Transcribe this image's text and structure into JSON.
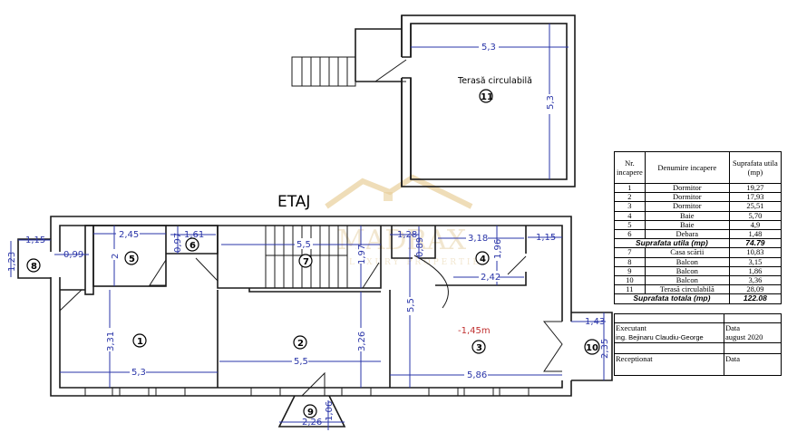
{
  "plan": {
    "title": "ETAJ",
    "level_mark": "-1,45m",
    "watermark": {
      "brand": "MADRAX",
      "tagline": "LUXURY PROPERTIES"
    },
    "terrace": {
      "label": "Terasă circulabilă",
      "number": "11",
      "dims": {
        "width": "5,3",
        "height": "5,3"
      }
    },
    "rooms": [
      {
        "number": "1",
        "dims": [
          "5,3",
          "3,31"
        ]
      },
      {
        "number": "2",
        "dims": [
          "5,5",
          "3,26"
        ]
      },
      {
        "number": "3",
        "dims": [
          "5,86",
          "5,5"
        ]
      },
      {
        "number": "4",
        "dims": [
          "3,18",
          "1,96",
          "2,42"
        ]
      },
      {
        "number": "5",
        "dims": [
          "2,45",
          "2"
        ]
      },
      {
        "number": "6",
        "dims": [
          "1,61",
          "0,97"
        ]
      },
      {
        "number": "7",
        "dims": [
          "5,5",
          "1,97"
        ]
      },
      {
        "number": "8",
        "dims": [
          "1,15",
          "1,23"
        ]
      },
      {
        "number": "9",
        "dims": [
          "2,26",
          "1,06"
        ]
      },
      {
        "number": "10",
        "dims": [
          "1,43",
          "2,35"
        ]
      }
    ],
    "other_dims": {
      "d_099": "0,99",
      "d_128": "1,28",
      "d_089": "0,89",
      "d_115b": "1,15"
    }
  },
  "legend": {
    "headers": {
      "nr": "Nr. incapere",
      "name": "Denumire incapere",
      "area": "Suprafata utila (mp)"
    },
    "rows_a": [
      {
        "nr": "1",
        "name": "Dormitor",
        "area": "19,27"
      },
      {
        "nr": "2",
        "name": "Dormitor",
        "area": "17,93"
      },
      {
        "nr": "3",
        "name": "Dormitor",
        "area": "25,51"
      },
      {
        "nr": "4",
        "name": "Baie",
        "area": "5,70"
      },
      {
        "nr": "5",
        "name": "Baie",
        "area": "4,9"
      },
      {
        "nr": "6",
        "name": "Debara",
        "area": "1,48"
      }
    ],
    "subtotal": {
      "label": "Suprafata utila (mp)",
      "value": "74.79"
    },
    "rows_b": [
      {
        "nr": "7",
        "name": "Casa scării",
        "area": "10,83"
      },
      {
        "nr": "8",
        "name": "Balcon",
        "area": "3,15"
      },
      {
        "nr": "9",
        "name": "Balcon",
        "area": "1,86"
      },
      {
        "nr": "10",
        "name": "Balcon",
        "area": "3,36"
      },
      {
        "nr": "11",
        "name": "Terasă circulabilă",
        "area": "28,09"
      }
    ],
    "total": {
      "label": "Suprafata totala (mp)",
      "value": "122.08"
    }
  },
  "signature": {
    "executant_label": "Executant",
    "executant_name": "ing. Bejinaru Claudiu-George",
    "date_label": "Data",
    "date_value": "august 2020",
    "receptionat_label": "Receptionat",
    "date_label_2": "Data"
  }
}
